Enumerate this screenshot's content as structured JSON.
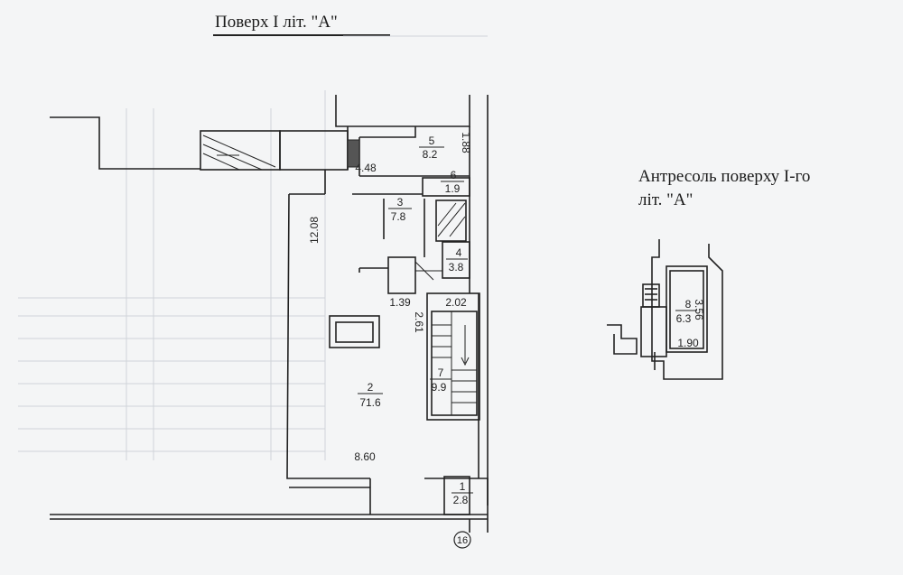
{
  "titles": {
    "floor": "Поверх  І  літ. \"А\"",
    "mezzanine_line1": "Антресоль поверху І-го",
    "mezzanine_line2": "літ. \"А\""
  },
  "rooms": [
    {
      "number": "1",
      "area": "2.8"
    },
    {
      "number": "2",
      "area": "71.6"
    },
    {
      "number": "3",
      "area": "7.8"
    },
    {
      "number": "4",
      "area": "3.8"
    },
    {
      "number": "5",
      "area": "8.2"
    },
    {
      "number": "6",
      "area": "1.9"
    },
    {
      "number": "7",
      "area": "9.9"
    },
    {
      "number": "8",
      "area": "6.3"
    }
  ],
  "dimensions": {
    "d_12_08": "12.08",
    "d_4_48": "4.48",
    "d_1_88": "1.88",
    "d_1_39": "1.39",
    "d_2_02": "2.02",
    "d_2_61": "2.61",
    "d_8_60": "8.60",
    "d_3_56": "3.56",
    "d_1_90": "1.90"
  },
  "building_number": "16",
  "colors": {
    "ink": "#222222",
    "paper": "#f4f5f6",
    "ghost": "#c8ccd2"
  }
}
